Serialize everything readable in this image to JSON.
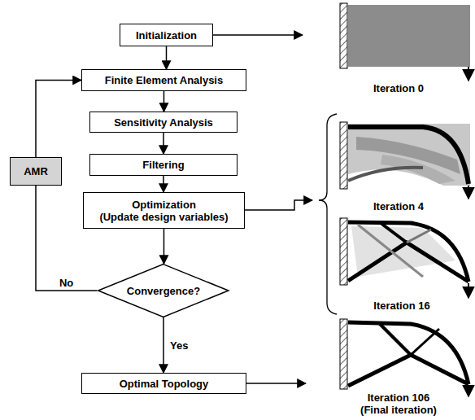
{
  "diagram": {
    "nodes": [
      {
        "text": [
          "Initialization"
        ]
      },
      {
        "text": [
          "Finite Element Analysis"
        ]
      },
      {
        "text": [
          "Sensitivity Analysis"
        ]
      },
      {
        "text": [
          "Filtering"
        ]
      },
      {
        "text": [
          "Optimization",
          "(Update design variables)"
        ]
      },
      {
        "text": [
          "Convergence?"
        ]
      },
      {
        "text": [
          "Optimal Topology"
        ]
      },
      {
        "text": [
          "AMR"
        ]
      }
    ],
    "edges": [
      {
        "from": 0,
        "to": 1,
        "arrow": "to"
      },
      {
        "from": 1,
        "to": 2,
        "arrow": "to"
      },
      {
        "from": 2,
        "to": 3,
        "arrow": "to"
      },
      {
        "from": 3,
        "to": 4,
        "arrow": "to"
      },
      {
        "from": 4,
        "to": 5,
        "arrow": "to"
      },
      {
        "from": 5,
        "to": 6,
        "label": "Yes",
        "arrow": "to"
      },
      {
        "from": 5,
        "to": 7,
        "label": "No",
        "arrow": "none"
      },
      {
        "from": 7,
        "to": 1,
        "arrow": "to"
      }
    ],
    "labels": [
      "Iteration 0",
      "Iteration 4",
      "Iteration 16",
      "Iteration 106",
      "(Final iteration)"
    ]
  }
}
